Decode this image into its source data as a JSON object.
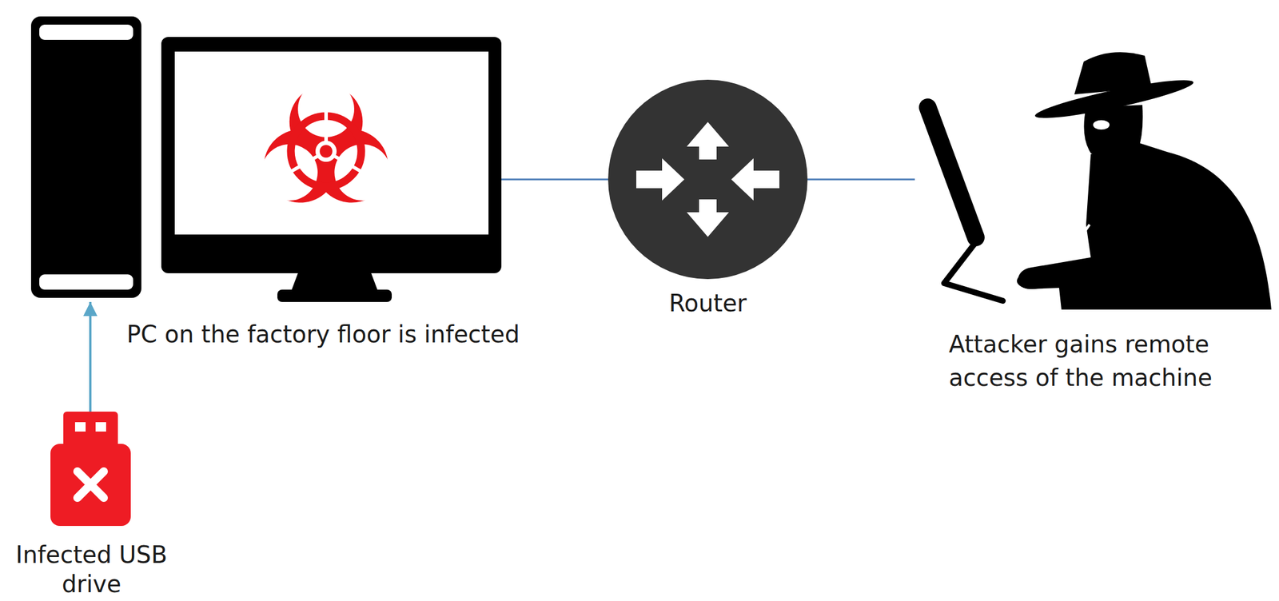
{
  "diagram": {
    "nodes": [
      {
        "text": [
          "PC on the factory floor is infected"
        ]
      },
      {
        "text": [
          "Router"
        ]
      },
      {
        "text": [
          "Attacker gains remote access of the machine"
        ]
      },
      {
        "text": [
          "Infected USB drive"
        ]
      }
    ],
    "edges": [
      {
        "from": 3,
        "to": 0,
        "arrow": "to"
      },
      {
        "from": 0,
        "to": 1,
        "arrow": "none"
      },
      {
        "from": 1,
        "to": 2,
        "arrow": "none"
      }
    ]
  }
}
